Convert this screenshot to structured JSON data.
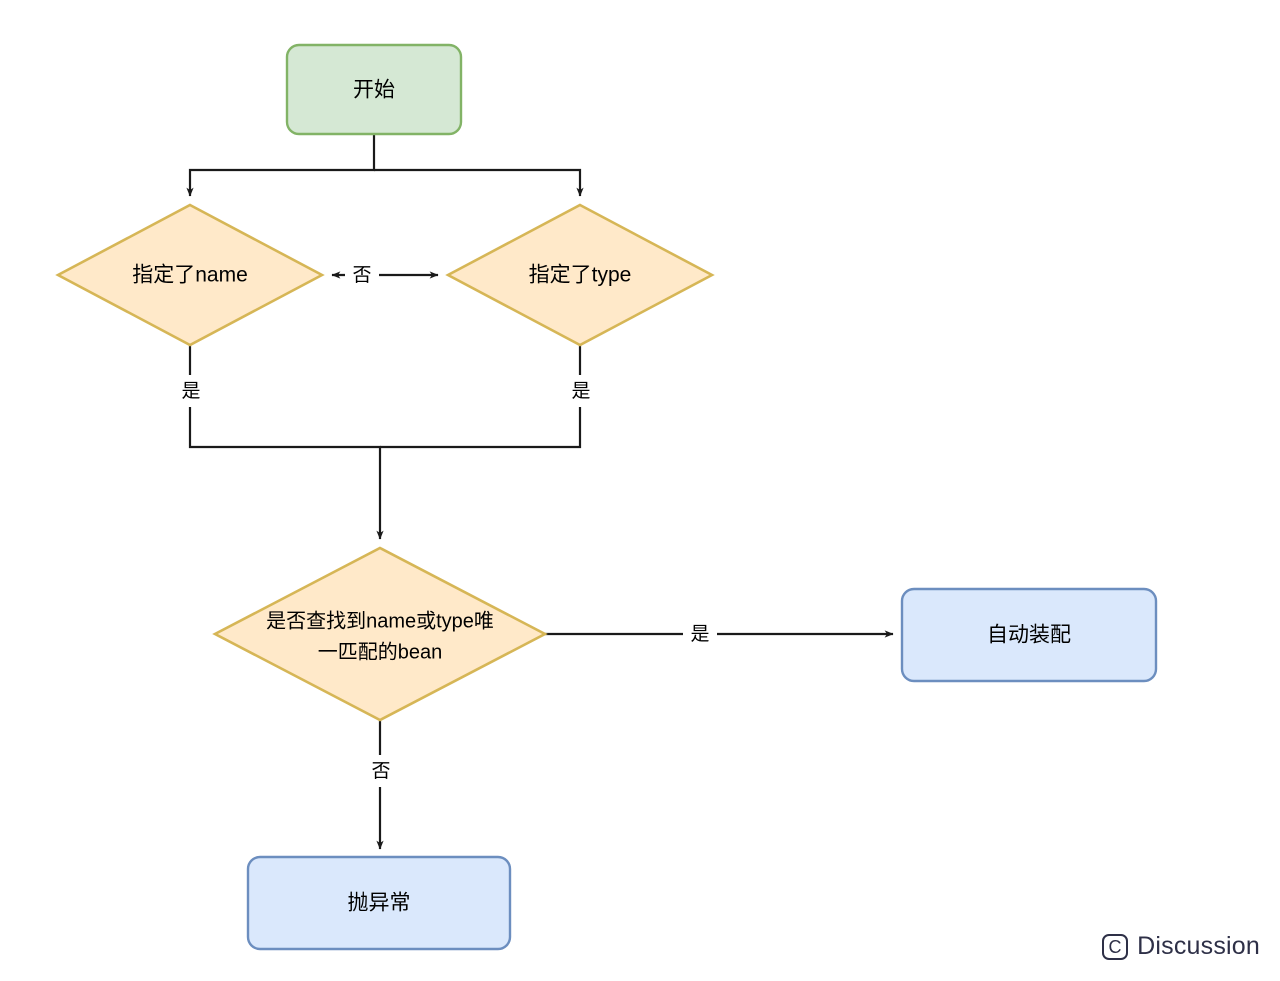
{
  "diagram": {
    "type": "flowchart",
    "title": "Spring bean autowire resolution flowchart",
    "nodes": [
      {
        "id": "start",
        "shape": "rounded-rect",
        "label": "开始",
        "fill": "#d5e8d4",
        "stroke": "#82b366"
      },
      {
        "id": "has-name",
        "shape": "diamond",
        "label": "指定了name",
        "fill": "#ffe9c9",
        "stroke": "#d6b656"
      },
      {
        "id": "has-type",
        "shape": "diamond",
        "label": "指定了type",
        "fill": "#ffe9c9",
        "stroke": "#d6b656"
      },
      {
        "id": "unique-bean",
        "shape": "diamond",
        "label_line1": "是否查找到name或type唯",
        "label_line2": "一匹配的bean",
        "fill": "#ffe9c9",
        "stroke": "#d6b656"
      },
      {
        "id": "autowire",
        "shape": "rounded-rect",
        "label": "自动装配",
        "fill": "#dae8fc",
        "stroke": "#6c8ebf"
      },
      {
        "id": "throw",
        "shape": "rounded-rect",
        "label": "抛异常",
        "fill": "#dae8fc",
        "stroke": "#6c8ebf"
      }
    ],
    "edges": [
      {
        "id": "start-to-name",
        "from": "start",
        "to": "has-name",
        "label": ""
      },
      {
        "id": "start-to-type",
        "from": "start",
        "to": "has-type",
        "label": ""
      },
      {
        "id": "name-to-type",
        "from": "has-name",
        "to": "has-type",
        "label": "否",
        "bidirectional": true
      },
      {
        "id": "name-yes",
        "from": "has-name",
        "to": "unique-bean",
        "label": "是"
      },
      {
        "id": "type-yes",
        "from": "has-type",
        "to": "unique-bean",
        "label": "是"
      },
      {
        "id": "unique-yes",
        "from": "unique-bean",
        "to": "autowire",
        "label": "是"
      },
      {
        "id": "unique-no",
        "from": "unique-bean",
        "to": "throw",
        "label": "否"
      }
    ]
  },
  "watermark": {
    "badge": "C",
    "text": "Discussion"
  }
}
